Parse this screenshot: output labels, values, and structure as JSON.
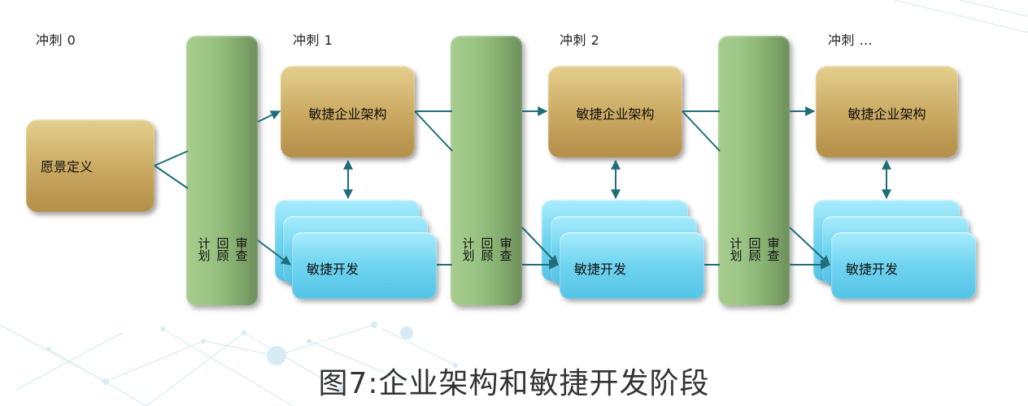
{
  "sprints": [
    "冲刺 0",
    "冲刺 1",
    "冲刺 2",
    "冲刺 …"
  ],
  "vision_box": "愿景定义",
  "enterprise_architecture": "敏捷企业架构",
  "agile_development": "敏捷开发",
  "pillar_text": [
    "审查",
    "回顾",
    "计划"
  ],
  "caption": "图7:企业架构和敏捷开发阶段",
  "colors": {
    "connector": "#1f6e7a",
    "gold": "#c9a860",
    "green": "#8ab574",
    "blue": "#6fd4f0"
  }
}
